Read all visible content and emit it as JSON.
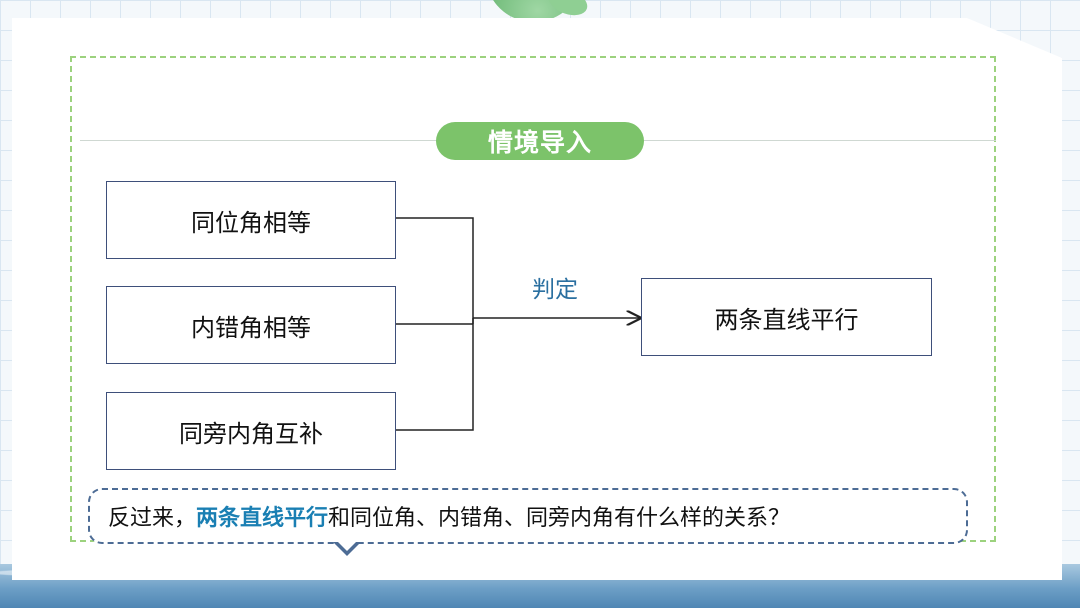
{
  "slide": {
    "section_title": "情境导入",
    "conditions": [
      "同位角相等",
      "内错角相等",
      "同旁内角互补"
    ],
    "arrow_label": "判定",
    "result": "两条直线平行",
    "question": {
      "prefix": "反过来，",
      "highlight": "两条直线平行",
      "suffix": "和同位角、内错角、同旁内角有什么样的关系？"
    }
  },
  "colors": {
    "title_pill": "#7cc36a",
    "highlight_text": "#1a7fb3",
    "arrow_label": "#2a6fa0",
    "box_border": "#3e4f7a",
    "frame_dashes": "#9cd27e"
  }
}
